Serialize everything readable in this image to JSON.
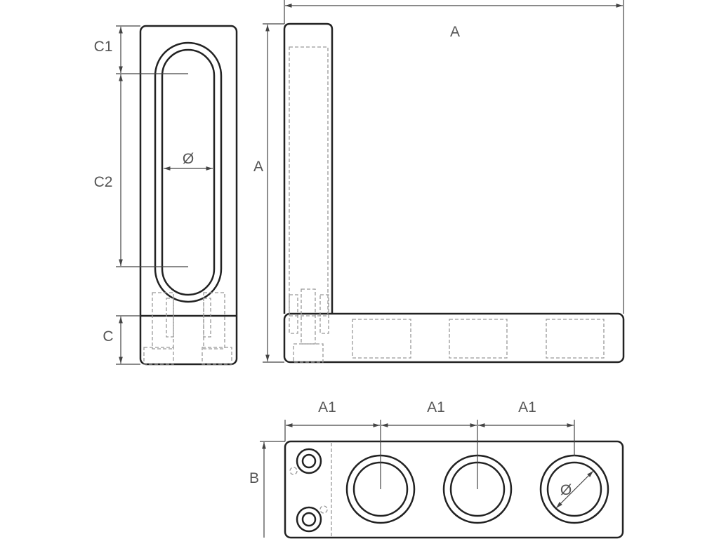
{
  "labels": {
    "c1": "C1",
    "c2": "C2",
    "c": "C",
    "diameter_slot": "Ø",
    "a_horizontal": "A",
    "a_vertical": "A",
    "a1_first": "A1",
    "a1_second": "A1",
    "a1_third": "A1",
    "b": "B",
    "diameter_hole": "Ø"
  },
  "colors": {
    "outline": "#222222",
    "hidden": "#999999",
    "dimension": "#444444",
    "text": "#555555"
  }
}
